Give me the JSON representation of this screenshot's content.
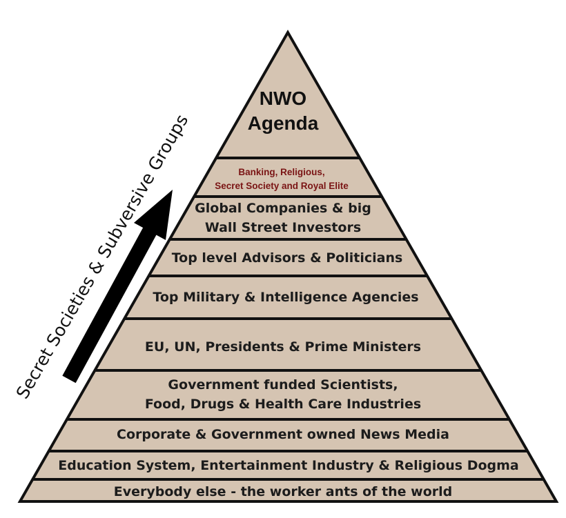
{
  "diagram": {
    "apex": {
      "line1": "NWO",
      "line2": "Agenda"
    },
    "elite": {
      "line1": "Banking, Religious,",
      "line2": "Secret Society and Royal Elite"
    },
    "levels": [
      {
        "line1": "Global Companies & big",
        "line2": "Wall Street Investors"
      },
      {
        "line1": "Top level Advisors & Politicians"
      },
      {
        "line1": "Top Military & Intelligence Agencies"
      },
      {
        "line1": "EU, UN, Presidents & Prime Ministers"
      },
      {
        "line1": "Government funded Scientists,",
        "line2": "Food, Drugs & Health Care Industries"
      },
      {
        "line1": "Corporate & Government owned News Media"
      },
      {
        "line1": "Education System, Entertainment Industry & Religious Dogma"
      },
      {
        "line1": "Everybody else - the worker ants of the world"
      }
    ],
    "side_label": "Secret Societies & Subversive Groups",
    "colors": {
      "fill": "#d5c4b2",
      "divider": "#111111",
      "text": "#1c1c1c",
      "elite_text": "#7a1414",
      "arrow": "#000000"
    }
  }
}
